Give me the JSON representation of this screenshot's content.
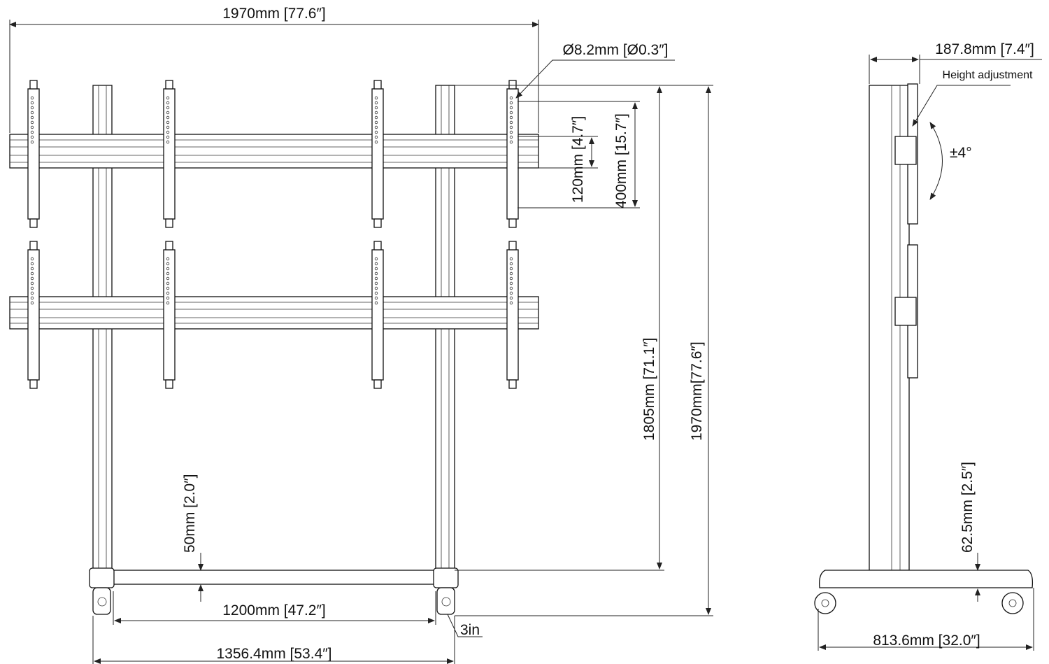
{
  "front_view": {
    "overall_width": "1970mm [77.6″]",
    "hole_diameter": "Ø8.2mm [Ø0.3″]",
    "adjust_range_small": "120mm [4.7″]",
    "adjust_range_large": "400mm [15.7″]",
    "mount_height": "1805mm [71.1″]",
    "overall_height": "1970mm[77.6″]",
    "bar_offset": "50mm [2.0″]",
    "post_spacing": "1200mm [47.2″]",
    "base_width": "1356.4mm [53.4″]",
    "caster_size": "3in"
  },
  "side_view": {
    "depth_top": "187.8mm [7.4″]",
    "height_adjustment_label": "Height adjustment",
    "tilt": "±4°",
    "ground_clearance": "62.5mm [2.5″]",
    "base_depth": "813.6mm [32.0″]"
  },
  "colors": {
    "line": "#111111",
    "background": "#ffffff"
  }
}
